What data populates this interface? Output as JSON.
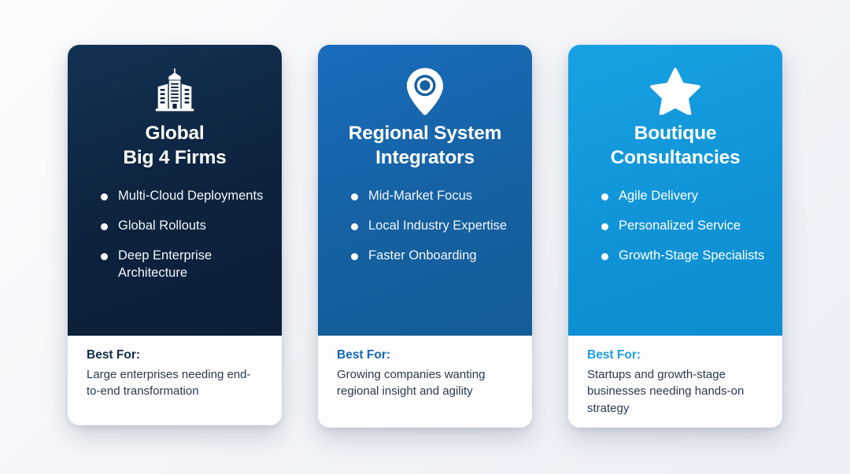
{
  "theme": {
    "background": "#f3f5f9",
    "card_1_color": "#0d223d",
    "card_2_color": "#15609f",
    "card_3_color": "#0f93d6"
  },
  "cards": [
    {
      "icon": "office-building-icon",
      "title_line_1": "Global",
      "title_line_2": "Big 4 Firms",
      "features": [
        "Multi-Cloud Deployments",
        "Global Rollouts",
        "Deep Enterprise Architecture"
      ],
      "best_for_label": "Best For:",
      "best_for_text": "Large enterprises needing end-to-end transformation",
      "accent": "#132a47"
    },
    {
      "icon": "map-pin-icon",
      "title_line_1": "Regional System",
      "title_line_2": "Integrators",
      "features": [
        "Mid-Market Focus",
        "Local Industry Expertise",
        "Faster Onboarding"
      ],
      "best_for_label": "Best For:",
      "best_for_text": "Growing companies wanting regional insight and agility",
      "accent": "#1668b6"
    },
    {
      "icon": "star-icon",
      "title_line_1": "Boutique",
      "title_line_2": "Consultancies",
      "features": [
        "Agile Delivery",
        "Personalized Service",
        "Growth-Stage Specialists"
      ],
      "best_for_label": "Best For:",
      "best_for_text": "Startups and growth-stage businesses needing hands-on strategy",
      "accent": "#1b9fe0"
    }
  ]
}
